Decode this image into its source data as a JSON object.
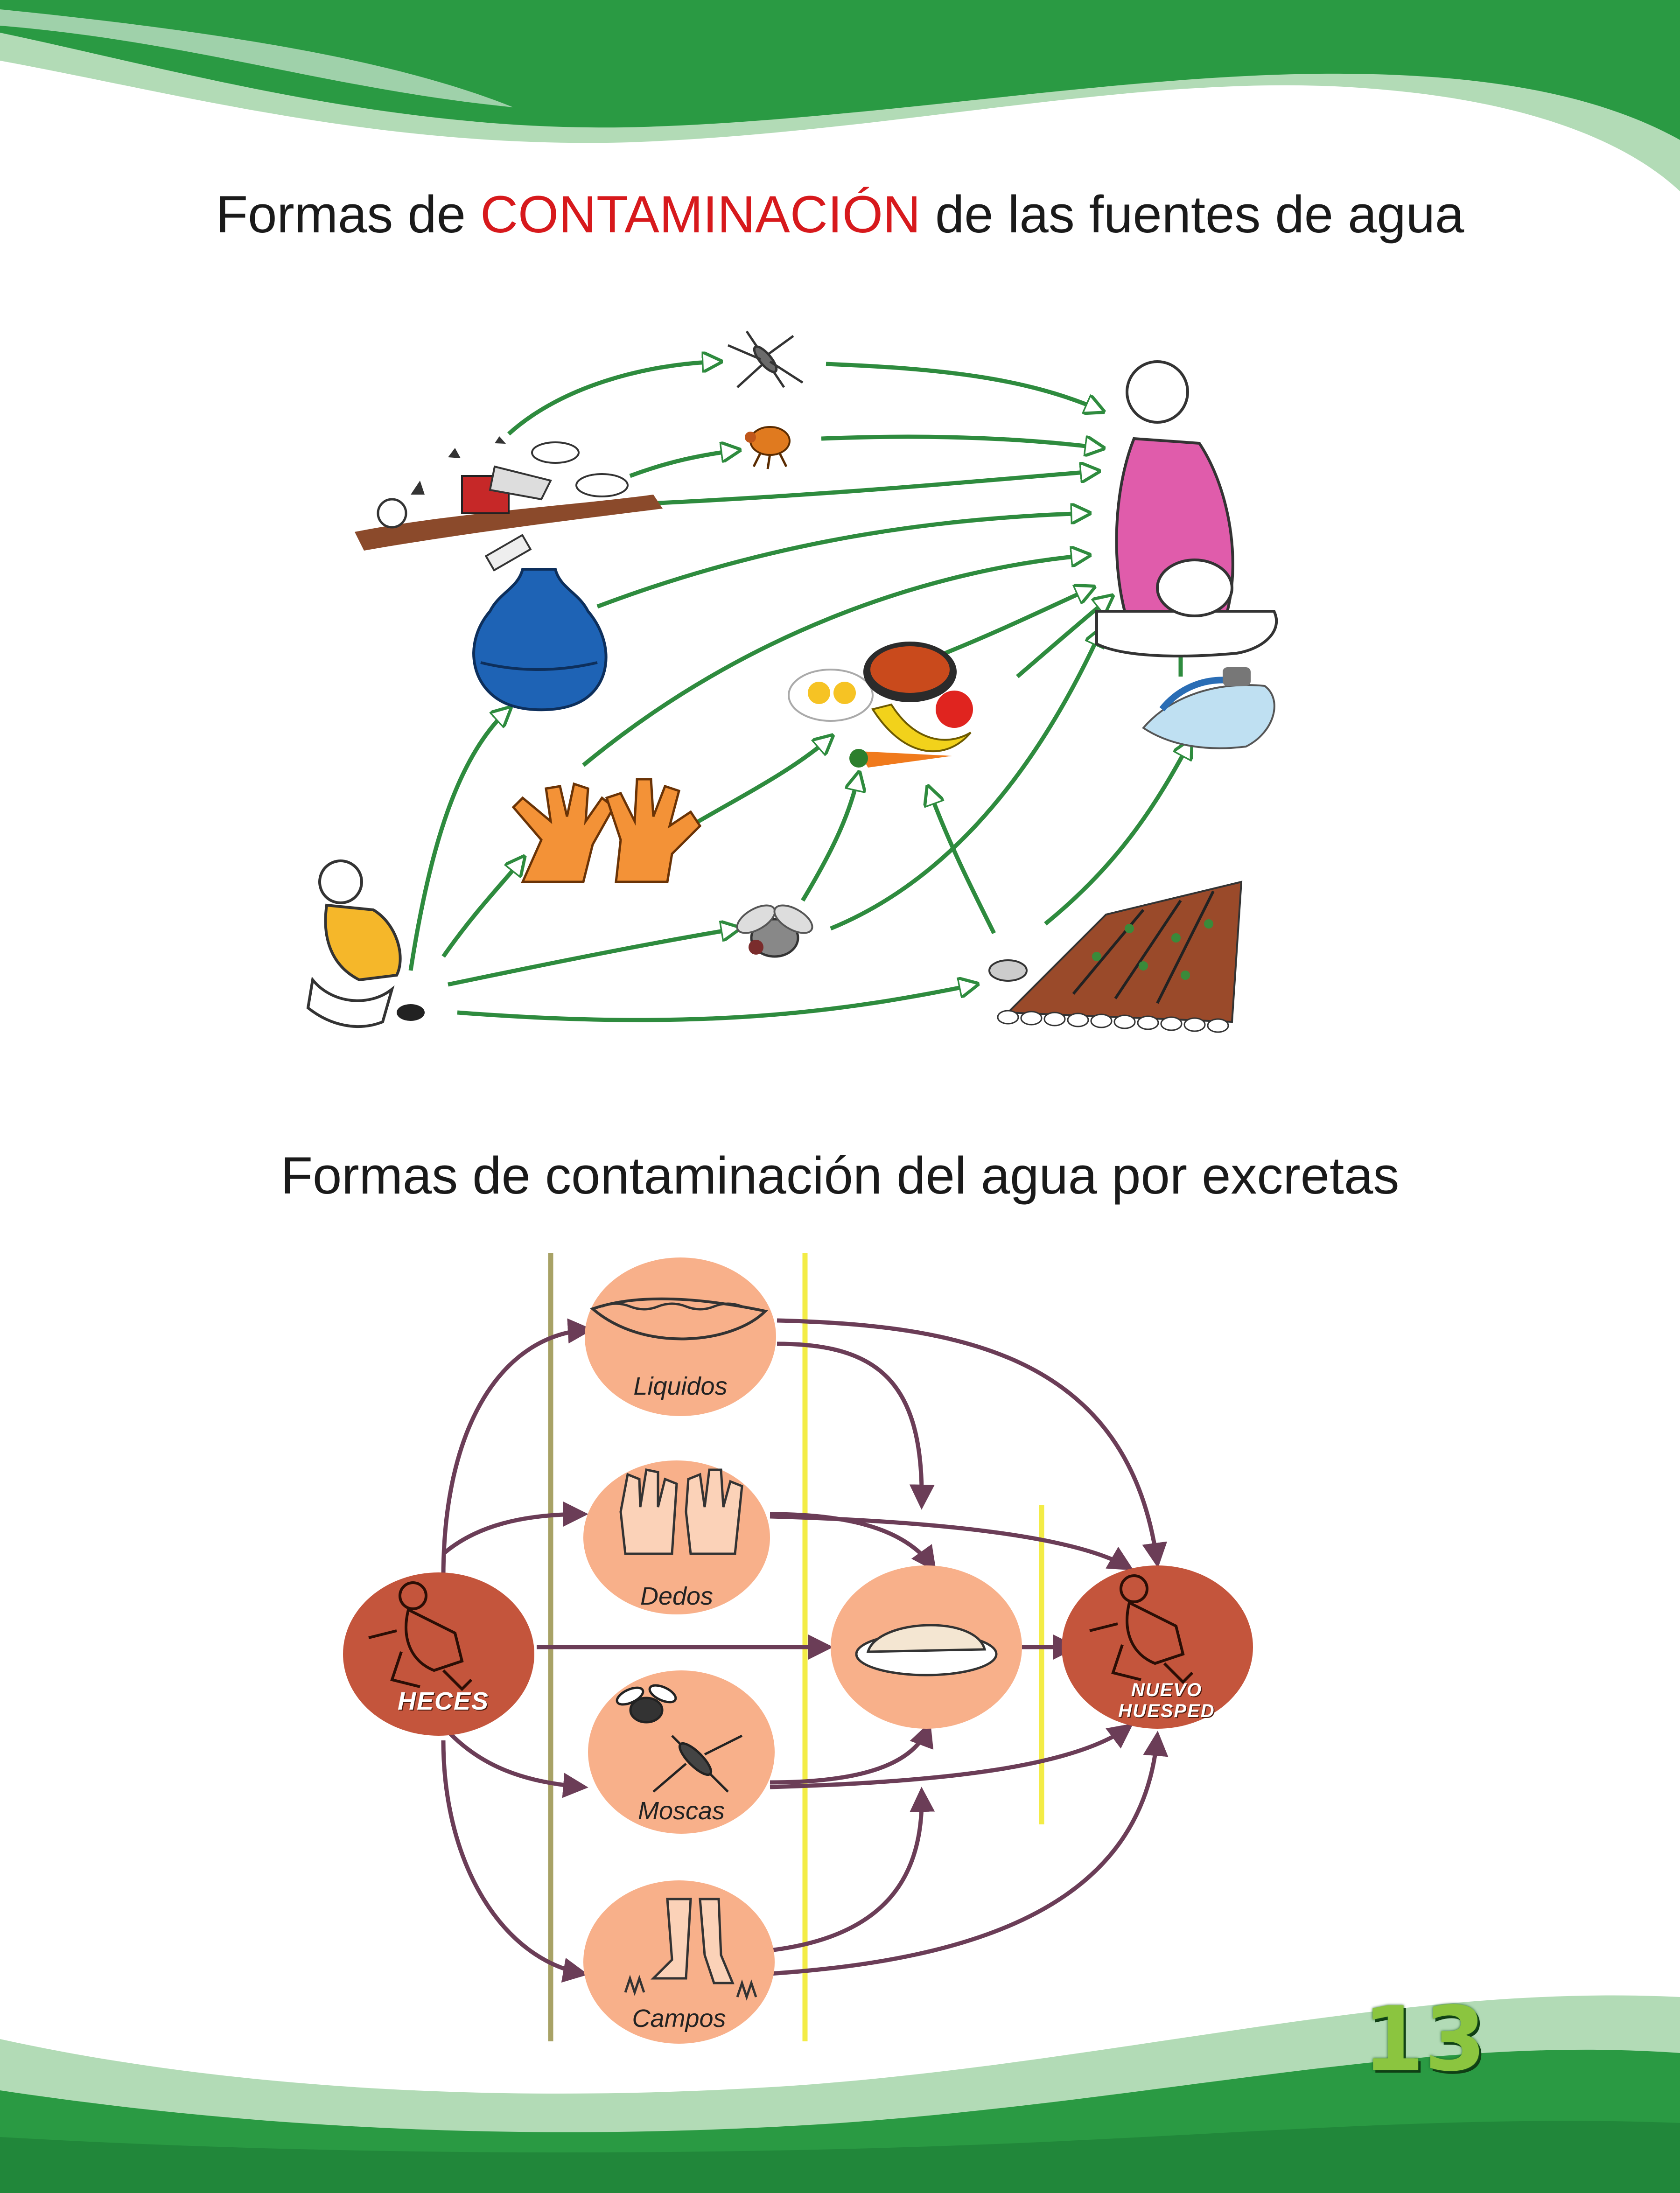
{
  "title1": {
    "before": "Formas de",
    "highlight": "CONTAMINACIÓN",
    "after": "de las fuentes de agua"
  },
  "title2": "Formas de contaminación del agua por excretas",
  "diagram1": {
    "items": [
      {
        "name": "mosquito-icon"
      },
      {
        "name": "flea-icon"
      },
      {
        "name": "garbage-rats-icon"
      },
      {
        "name": "water-jar-icon"
      },
      {
        "name": "hands-icon"
      },
      {
        "name": "food-icon"
      },
      {
        "name": "woman-drinking-icon"
      },
      {
        "name": "faucet-icon"
      },
      {
        "name": "squatting-person-icon"
      },
      {
        "name": "fly-icon"
      },
      {
        "name": "crop-field-icon"
      }
    ],
    "arrow_color": "#2e8b3e"
  },
  "diagram2": {
    "nodes": [
      {
        "id": "heces",
        "label": "HECES"
      },
      {
        "id": "liquidos",
        "label": "Liquidos"
      },
      {
        "id": "dedos",
        "label": "Dedos"
      },
      {
        "id": "moscas",
        "label": "Moscas"
      },
      {
        "id": "campos",
        "label": "Campos"
      },
      {
        "id": "alimentos",
        "label": ""
      },
      {
        "id": "nuevo",
        "label_line1": "NUEVO",
        "label_line2": "HUESPED"
      }
    ],
    "colors": {
      "dark_node": "#c4553c",
      "light_node": "#f8b08a",
      "arrow": "#6b3d57",
      "olive_line": "#a8a266",
      "yellow_line": "#f3ec46"
    }
  },
  "page_number": "13",
  "colors": {
    "banner_green": "#2a9a43",
    "banner_light": "#b2dbb6"
  }
}
